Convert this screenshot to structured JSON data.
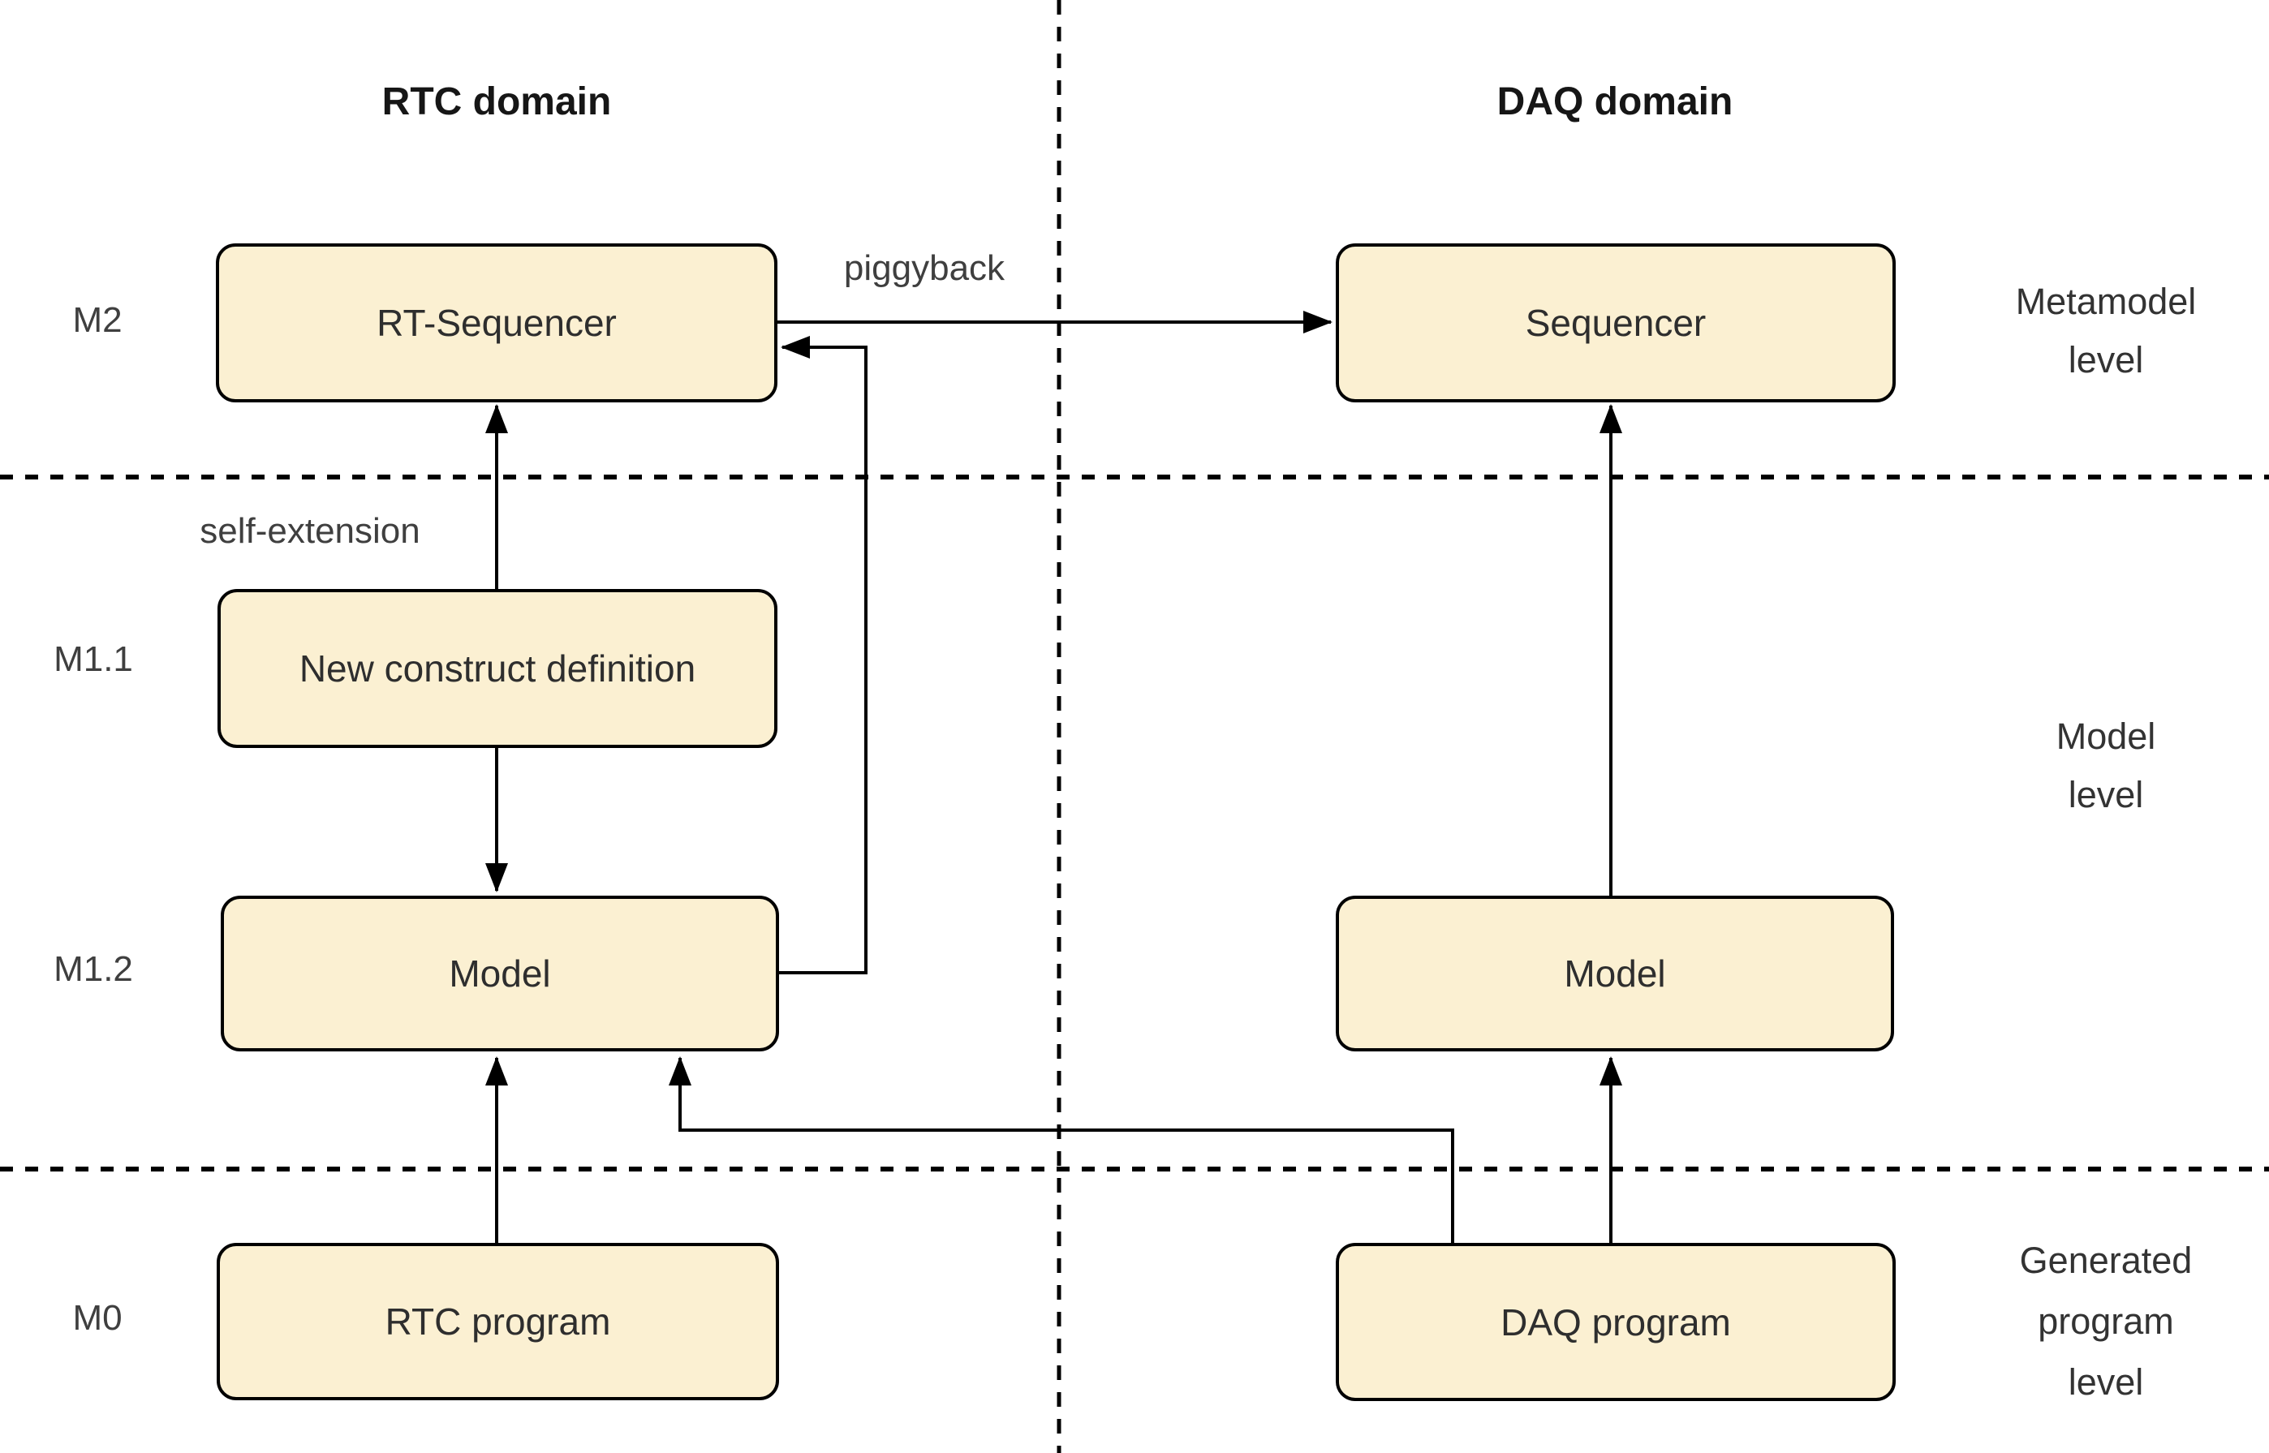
{
  "titles": {
    "left_domain": "RTC domain",
    "right_domain": "DAQ domain"
  },
  "row_labels": {
    "m2": "M2",
    "m1_1": "M1.1",
    "m1_2": "M1.2",
    "m0": "M0"
  },
  "level_labels": {
    "metamodel": [
      "Metamodel",
      "level"
    ],
    "model": [
      "Model",
      "level"
    ],
    "generated": [
      "Generated",
      "program",
      "level"
    ]
  },
  "boxes": {
    "rt_sequencer": "RT-Sequencer",
    "sequencer": "Sequencer",
    "new_construct": "New construct definition",
    "model_rtc": "Model",
    "model_daq": "Model",
    "rtc_program": "RTC program",
    "daq_program": "DAQ program"
  },
  "edge_labels": {
    "piggyback": "piggyback",
    "self_extension": "self-extension"
  },
  "colors": {
    "box_fill": "#FBF0D2",
    "box_border": "#000000",
    "line": "#000000",
    "text": "#2E2E2E"
  }
}
